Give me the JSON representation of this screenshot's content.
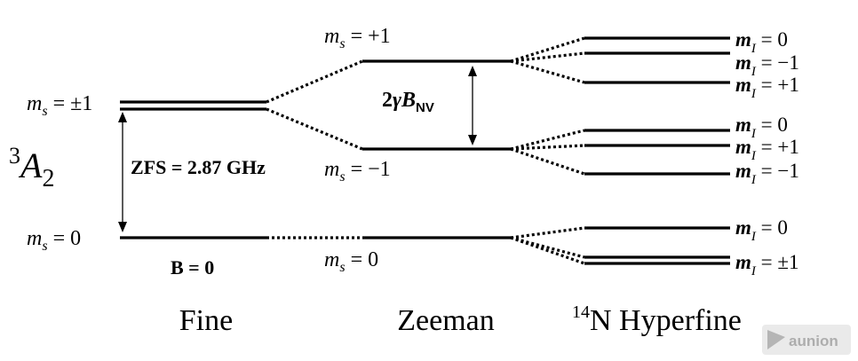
{
  "fine": {
    "state_symbol_sup": "3",
    "state_symbol_main": "A",
    "state_symbol_sub": "2",
    "ms_pm1": {
      "m": "m",
      "s": "s",
      "rest": " = ±1"
    },
    "ms_0": {
      "m": "m",
      "s": "s",
      "rest": " = 0"
    },
    "zfs_label": "ZFS = 2.87 GHz",
    "field_label": "B = 0",
    "column_title": "Fine"
  },
  "zeeman": {
    "ms_plus1": {
      "m": "m",
      "s": "s",
      "rest": " = +1"
    },
    "ms_minus1": {
      "m": "m",
      "s": "s",
      "rest": " = −1"
    },
    "ms_0": {
      "m": "m",
      "s": "s",
      "rest": " = 0"
    },
    "splitting": {
      "prefix": "2",
      "gamma": "γ",
      "B": "B",
      "sub": "NV"
    },
    "column_title": "Zeeman"
  },
  "hyperfine": {
    "column_title_sup": "14",
    "column_title_main": "N Hyperfine",
    "labels": [
      {
        "m": "m",
        "sub": "I",
        "rest": " = 0"
      },
      {
        "m": "m",
        "sub": "I",
        "rest": " = −1"
      },
      {
        "m": "m",
        "sub": "I",
        "rest": " = +1"
      },
      {
        "m": "m",
        "sub": "I",
        "rest": " = 0"
      },
      {
        "m": "m",
        "sub": "I",
        "rest": " = +1"
      },
      {
        "m": "m",
        "sub": "I",
        "rest": " = −1"
      },
      {
        "m": "m",
        "sub": "I",
        "rest": " = 0"
      },
      {
        "m": "m",
        "sub": "I",
        "rest": " = ±1"
      }
    ]
  },
  "watermark": "aunion"
}
